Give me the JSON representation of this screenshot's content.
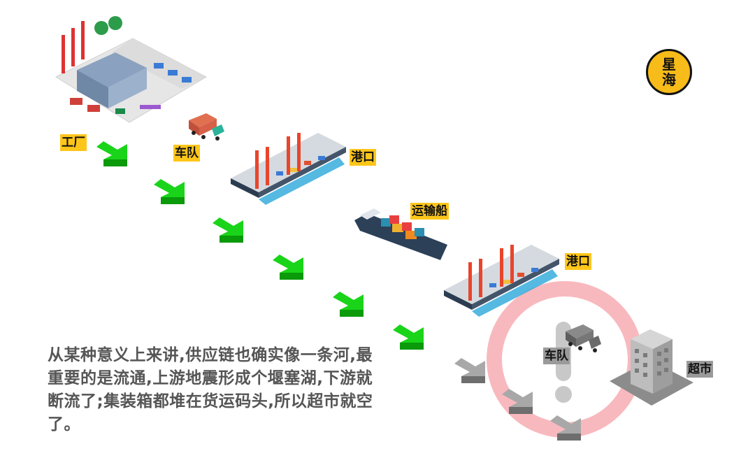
{
  "logo": {
    "line1": "星",
    "line2": "海",
    "color": "#f7bb1a"
  },
  "nodes": {
    "factory": {
      "label": "工厂",
      "icon": "factory-icon"
    },
    "fleet_upstream": {
      "label": "车队",
      "icon": "truck-icon"
    },
    "port_origin": {
      "label": "港口",
      "icon": "port-icon"
    },
    "cargo_ship": {
      "label": "运输船",
      "icon": "cargo-ship-icon"
    },
    "port_destination": {
      "label": "港口",
      "icon": "port-icon"
    },
    "fleet_downstream": {
      "label": "车队",
      "icon": "truck-icon",
      "state": "disrupted"
    },
    "supermarket": {
      "label": "超市",
      "icon": "building-icon",
      "state": "disrupted"
    }
  },
  "flow": {
    "active_arrow_color": "#19c819",
    "blocked_arrow_color": "#8a8a8a",
    "alert_ring_color": "#f8b9be",
    "active_arrows": 6,
    "blocked_arrows": 3
  },
  "caption": "从某种意义上来讲,供应链也确实像一条河,最重要的是流通,上游地震形成个堰塞湖,下游就断流了;集装箱都堆在货运码头,所以超市就空了。"
}
